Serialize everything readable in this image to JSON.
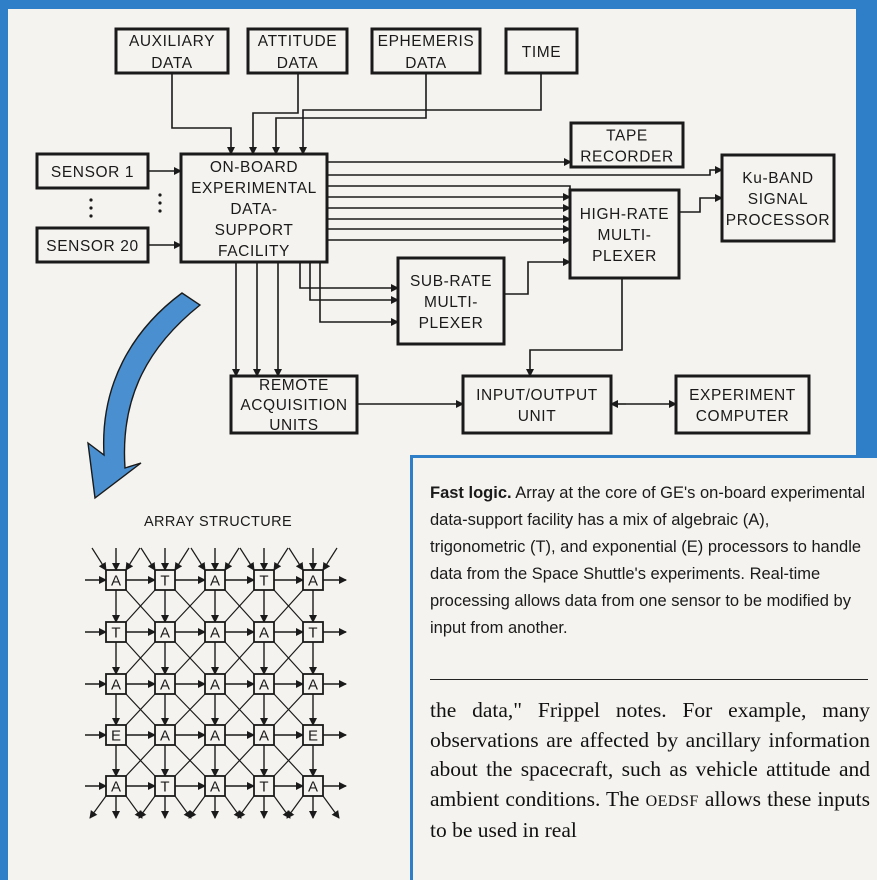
{
  "diagram": {
    "boxes": {
      "auxiliary": [
        "AUXILIARY",
        "DATA"
      ],
      "attitude": [
        "ATTITUDE",
        "DATA"
      ],
      "ephemeris": [
        "EPHEMERIS",
        "DATA"
      ],
      "time": [
        "TIME"
      ],
      "sensor1": [
        "SENSOR 1"
      ],
      "sensor20": [
        "SENSOR 20"
      ],
      "oedsf": [
        "ON-BOARD",
        "EXPERIMENTAL",
        "DATA-",
        "SUPPORT",
        "FACILITY"
      ],
      "tape": [
        "TAPE",
        "RECORDER"
      ],
      "ku": [
        "Ku-BAND",
        "SIGNAL",
        "PROCESSOR"
      ],
      "highrate": [
        "HIGH-RATE",
        "MULTI-",
        "PLEXER"
      ],
      "subrate": [
        "SUB-RATE",
        "MULTI-",
        "PLEXER"
      ],
      "remote": [
        "REMOTE",
        "ACQUISITION",
        "UNITS"
      ],
      "io": [
        "INPUT/OUTPUT",
        "UNIT"
      ],
      "computer": [
        "EXPERIMENT",
        "COMPUTER"
      ]
    },
    "array_title": "ARRAY STRUCTURE",
    "array_grid": [
      [
        "A",
        "T",
        "A",
        "T",
        "A"
      ],
      [
        "T",
        "A",
        "A",
        "A",
        "T"
      ],
      [
        "A",
        "A",
        "A",
        "A",
        "A"
      ],
      [
        "E",
        "A",
        "A",
        "A",
        "E"
      ],
      [
        "A",
        "T",
        "A",
        "T",
        "A"
      ]
    ]
  },
  "caption": {
    "lead": "Fast logic.",
    "text": " Array at the core of GE's on-board experimental data-support facility has a mix of algebraic (A), trigonometric (T), and exponential (E) processors to handle data from the Space Shuttle's experiments. Real-time processing allows data from one sensor to be modified by input from another."
  },
  "body": {
    "text_before": "the data,\" Frippel notes. For example, many observations are affected by ancillary information about the spacecraft, such as vehicle attitude and ambient conditions. The ",
    "acronym": "OEDSF",
    "text_after": " allows these inputs to be used in real"
  },
  "colors": {
    "border": "#2f7fc8",
    "paper": "#f5f3ef",
    "ink": "#1a1a1a",
    "arrow_fill": "#4a90d0"
  }
}
